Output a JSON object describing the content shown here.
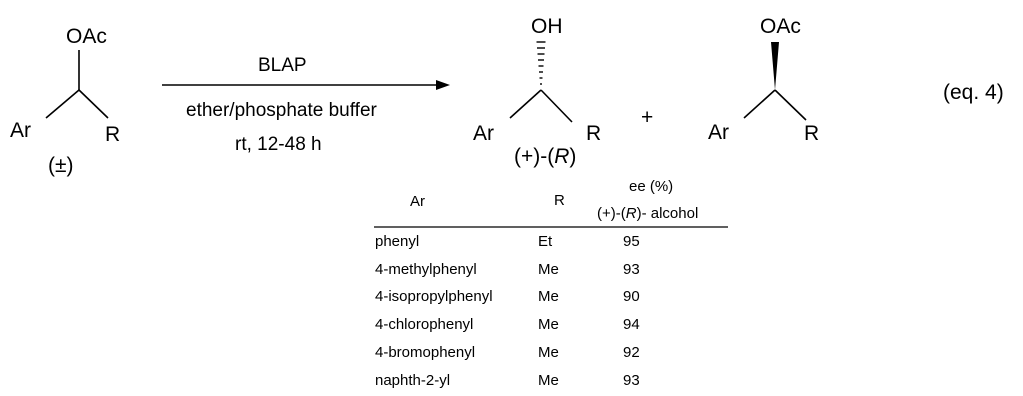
{
  "reactant": {
    "oac": "OAc",
    "ar": "Ar",
    "r": "R",
    "racemic": "(±)"
  },
  "arrow": {
    "reagent": "BLAP",
    "solvent": "ether/phosphate  buffer",
    "conditions": "rt, 12-48 h"
  },
  "product_alcohol": {
    "oh": "OH",
    "ar": "Ar",
    "r": "R",
    "config_prefix": "(+)-(",
    "config": "R",
    "config_suffix": ")"
  },
  "plus": "+",
  "product_acetate": {
    "oac": "OAc",
    "ar": "Ar",
    "r": "R"
  },
  "equation_label": "(eq. 4)",
  "table": {
    "headers": {
      "ar": "Ar",
      "r": "R",
      "ee_line1": "ee (%)",
      "ee_line2_prefix": "(+)-(",
      "ee_line2_config": "R",
      "ee_line2_suffix": ")- alcohol"
    },
    "rows": [
      {
        "ar": "phenyl",
        "r": "Et",
        "ee": "95"
      },
      {
        "ar": "4-methylphenyl",
        "r": "Me",
        "ee": "93"
      },
      {
        "ar": "4-isopropylphenyl",
        "r": "Me",
        "ee": "90"
      },
      {
        "ar": "4-chlorophenyl",
        "r": "Me",
        "ee": "94"
      },
      {
        "ar": "4-bromophenyl",
        "r": "Me",
        "ee": "92"
      },
      {
        "ar": "naphth-2-yl",
        "r": "Me",
        "ee": "93"
      }
    ]
  }
}
